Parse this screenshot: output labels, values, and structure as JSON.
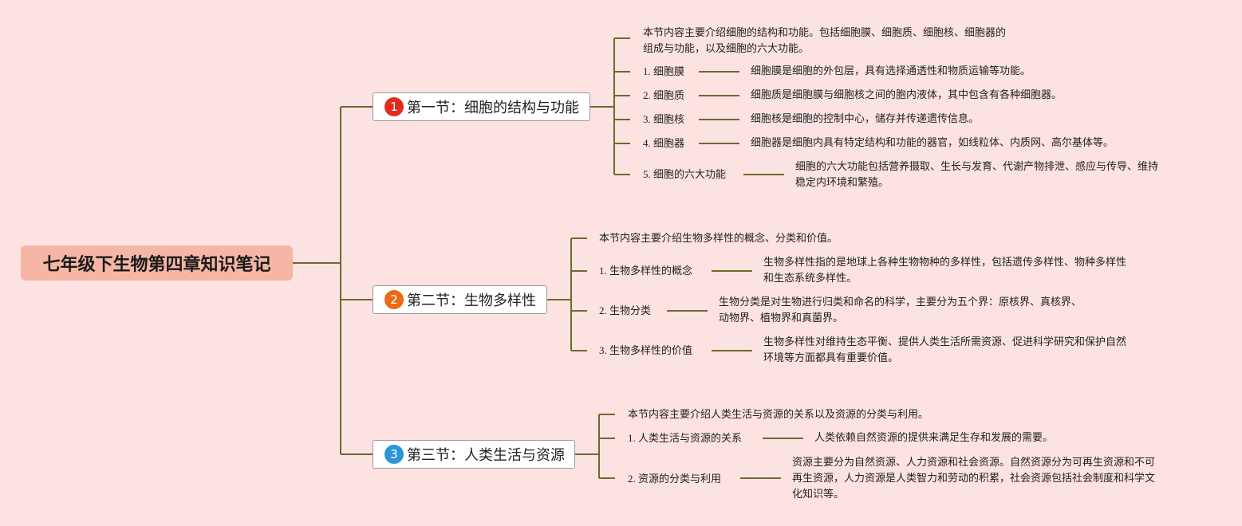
{
  "colors": {
    "background": "#fde2e2",
    "line": "#6b6b2a",
    "root_fill": "#f6b6a6",
    "badge1": "#e02b1f",
    "badge2": "#ea6a17",
    "badge3": "#2a96d8"
  },
  "root": {
    "title": "七年级下生物第四章知识笔记"
  },
  "sections": [
    {
      "number": "1",
      "title": "第一节：细胞的结构与功能",
      "intro_line1": "本节内容主要介绍细胞的结构和功能。包括细胞膜、细胞质、细胞核、细胞器的",
      "intro_line2": "组成与功能，以及细胞的六大功能。",
      "items": [
        {
          "label": "1. 细胞膜",
          "desc": "细胞膜是细胞的外包层，具有选择通透性和物质运输等功能。"
        },
        {
          "label": "2. 细胞质",
          "desc": "细胞质是细胞膜与细胞核之间的胞内液体，其中包含有各种细胞器。"
        },
        {
          "label": "3. 细胞核",
          "desc": "细胞核是细胞的控制中心，储存并传递遗传信息。"
        },
        {
          "label": "4. 细胞器",
          "desc": "细胞器是细胞内具有特定结构和功能的器官，如线粒体、内质网、高尔基体等。"
        },
        {
          "label": "5. 细胞的六大功能",
          "desc_line1": "细胞的六大功能包括营养摄取、生长与发育、代谢产物排泄、感应与传导、维持",
          "desc_line2": "稳定内环境和繁殖。"
        }
      ]
    },
    {
      "number": "2",
      "title": "第二节：生物多样性",
      "intro": "本节内容主要介绍生物多样性的概念、分类和价值。",
      "items": [
        {
          "label": "1. 生物多样性的概念",
          "desc_line1": "生物多样性指的是地球上各种生物物种的多样性，包括遗传多样性、物种多样性",
          "desc_line2": "和生态系统多样性。"
        },
        {
          "label": "2. 生物分类",
          "desc_line1": "生物分类是对生物进行归类和命名的科学，主要分为五个界：原核界、真核界、",
          "desc_line2": "动物界、植物界和真菌界。"
        },
        {
          "label": "3. 生物多样性的价值",
          "desc_line1": "生物多样性对维持生态平衡、提供人类生活所需资源、促进科学研究和保护自然",
          "desc_line2": "环境等方面都具有重要价值。"
        }
      ]
    },
    {
      "number": "3",
      "title": "第三节：人类生活与资源",
      "intro": "本节内容主要介绍人类生活与资源的关系以及资源的分类与利用。",
      "items": [
        {
          "label": "1. 人类生活与资源的关系",
          "desc": "人类依赖自然资源的提供来满足生存和发展的需要。"
        },
        {
          "label": "2. 资源的分类与利用",
          "desc_line1": "资源主要分为自然资源、人力资源和社会资源。自然资源分为可再生资源和不可",
          "desc_line2": "再生资源，人力资源是人类智力和劳动的积累，社会资源包括社会制度和科学文",
          "desc_line3": "化知识等。"
        }
      ]
    }
  ]
}
